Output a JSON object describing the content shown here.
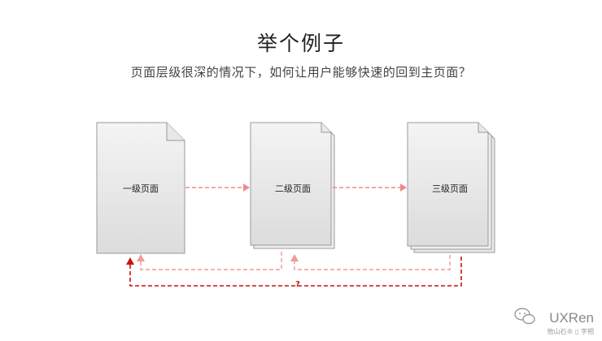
{
  "header": {
    "title": "举个例子",
    "subtitle": "页面层级很深的情况下，如何让用户能够快速的回到主页面？"
  },
  "pages": [
    {
      "label": "一级页面",
      "stack_depth": 1
    },
    {
      "label": "二级页面",
      "stack_depth": 2
    },
    {
      "label": "三级页面",
      "stack_depth": 3
    }
  ],
  "question_mark": "?",
  "watermark": {
    "brand": "UXRen",
    "sub": "他山石® ▯ 字相"
  },
  "colors": {
    "forward_arrow": "#ef8a8a",
    "return_light": "#f09a9a",
    "return_dark": "#cc1111",
    "page_fill_top": "#f4f4f4",
    "page_fill_bottom": "#dddddd",
    "page_border": "#9a9a9a"
  }
}
